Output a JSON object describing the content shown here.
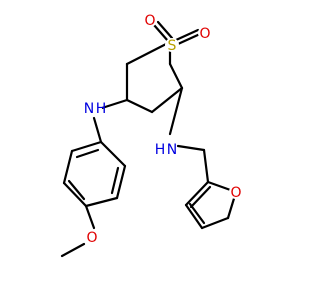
{
  "molecule": {
    "atoms": {
      "sulfur": "S",
      "oxo_oxygen_1": "O",
      "oxo_oxygen_2": "O",
      "amine_nitrogen_left": "N",
      "amine_hydrogen_left": "H",
      "amine_nitrogen_right": "N",
      "amine_hydrogen_right": "H",
      "methoxy_oxygen": "O",
      "furan_oxygen": "O"
    },
    "colors": {
      "bond": "#000000",
      "carbon": "#000000",
      "sulfur": "#b8a000",
      "oxygen": "#e00000",
      "nitrogen": "#0000e0"
    }
  }
}
